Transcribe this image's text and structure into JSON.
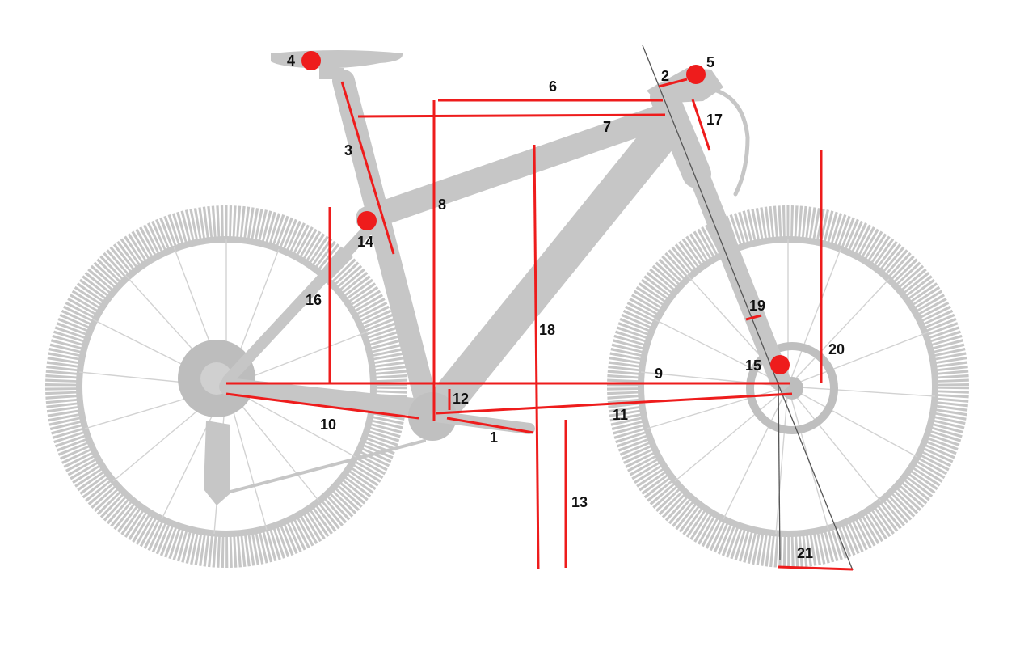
{
  "diagram": {
    "labels": {
      "m1": "1",
      "m2": "2",
      "m3": "3",
      "m4": "4",
      "m5": "5",
      "m6": "6",
      "m7": "7",
      "m8": "8",
      "m9": "9",
      "m10": "10",
      "m11": "11",
      "m12": "12",
      "m13": "13",
      "m14": "14",
      "m15": "15",
      "m16": "16",
      "m17": "17",
      "m18": "18",
      "m19": "19",
      "m20": "20",
      "m21": "21"
    },
    "colors": {
      "measurement": "#ee1c1c",
      "bike": "#c6c6c6",
      "label_text": "#111111",
      "steering_axis": "#555555"
    }
  }
}
